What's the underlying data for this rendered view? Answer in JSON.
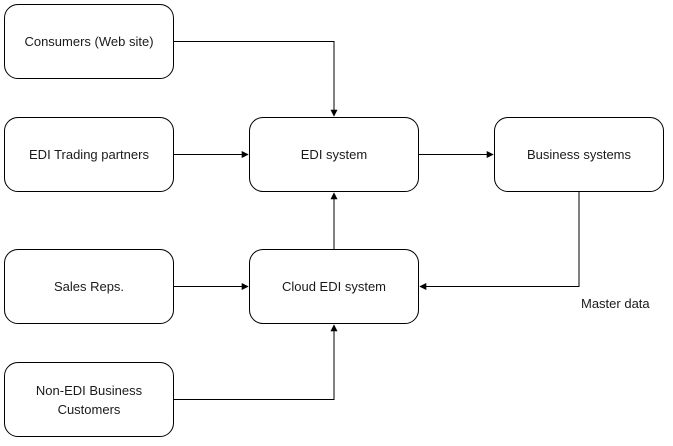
{
  "diagram": {
    "nodes": {
      "consumers": {
        "line1": "Consumers (Web site)"
      },
      "edi_trading_partners": {
        "line1": "EDI Trading partners"
      },
      "sales_reps": {
        "line1": "Sales Reps."
      },
      "non_edi_customers": {
        "line1": "Non-EDI Business",
        "line2": "Customers"
      },
      "edi_system": {
        "line1": "EDI system"
      },
      "cloud_edi_system": {
        "line1": "Cloud EDI system"
      },
      "business_systems": {
        "line1": "Business systems"
      }
    },
    "edges": [
      {
        "from": "consumers",
        "to": "edi_system",
        "label": ""
      },
      {
        "from": "edi_trading_partners",
        "to": "edi_system",
        "label": ""
      },
      {
        "from": "edi_system",
        "to": "business_systems",
        "label": ""
      },
      {
        "from": "cloud_edi_system",
        "to": "edi_system",
        "label": ""
      },
      {
        "from": "sales_reps",
        "to": "cloud_edi_system",
        "label": ""
      },
      {
        "from": "non_edi_customers",
        "to": "cloud_edi_system",
        "label": ""
      },
      {
        "from": "business_systems",
        "to": "cloud_edi_system",
        "label": "Master data"
      }
    ],
    "colors": {
      "stroke": "#000000",
      "fill": "#ffffff",
      "text": "#1a1a1a"
    }
  }
}
